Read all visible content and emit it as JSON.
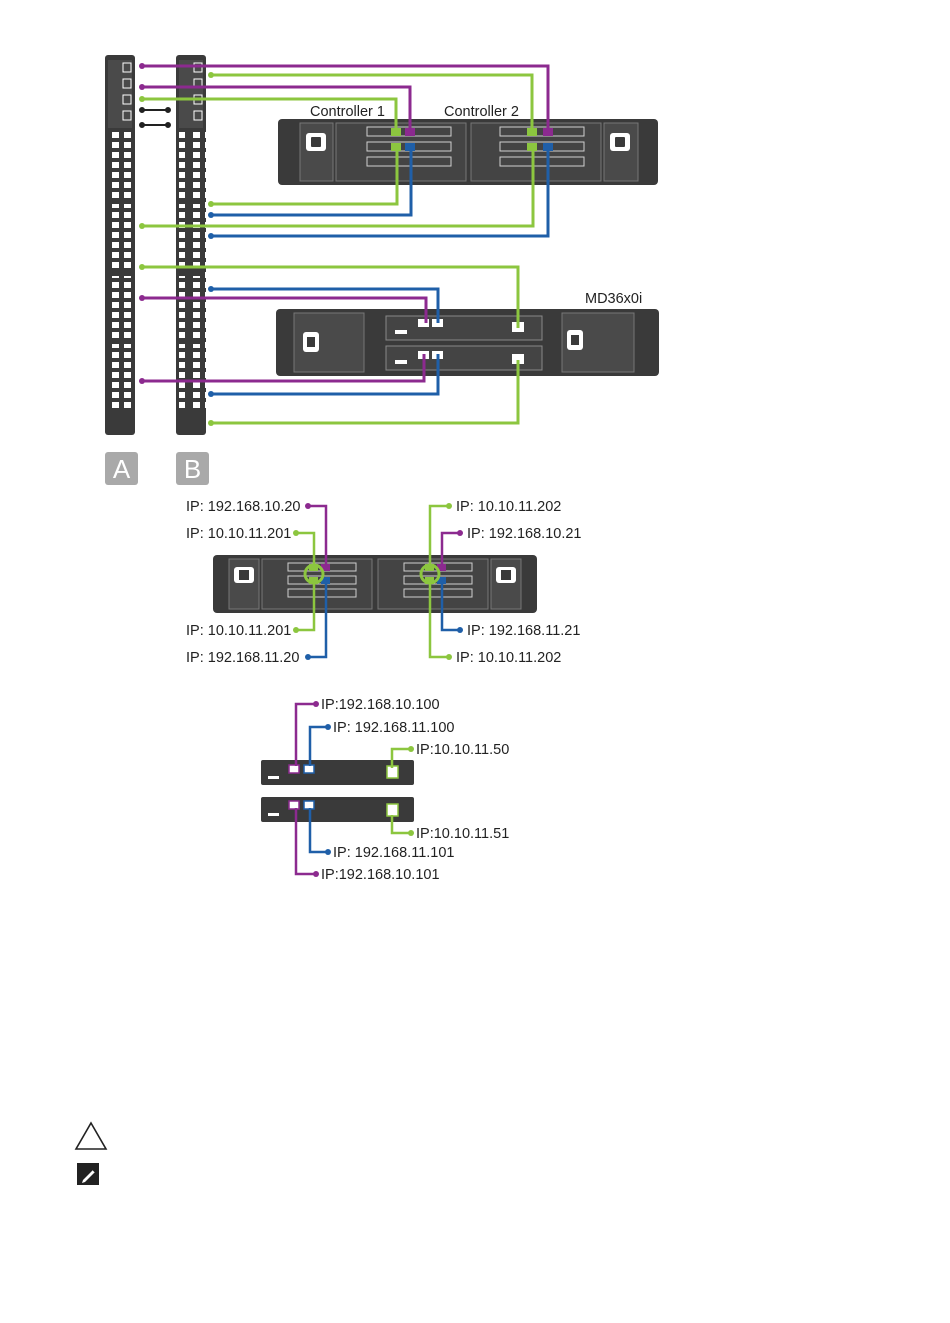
{
  "colors": {
    "purple": "#8c2a8f",
    "green": "#8cc63f",
    "blue": "#1f5fa8",
    "chassis": "#3a3a3a",
    "switch_label_bg": "#a9a9a9"
  },
  "switches": [
    {
      "letter": "A"
    },
    {
      "letter": "B"
    }
  ],
  "top_diagram": {
    "controller_1": "Controller 1",
    "controller_2": "Controller 2",
    "enclosure_model": "MD36x0i"
  },
  "middle_labels": {
    "c1_top_purple": "IP: 192.168.10.20",
    "c1_top_green": "IP: 10.10.11.201",
    "c1_bottom_green": "IP: 10.10.11.201",
    "c1_bottom_blue": "IP: 192.168.11.20",
    "c2_top_green": "IP: 10.10.11.202",
    "c2_top_purple": "IP: 192.168.10.21",
    "c2_bottom_blue": "IP: 192.168.11.21",
    "c2_bottom_green": "IP: 10.10.11.202"
  },
  "bottom_labels": {
    "m1_purple": "IP:192.168.10.100",
    "m1_blue": "IP: 192.168.11.100",
    "m1_green": "IP:10.10.11.50",
    "m2_green": "IP:10.10.11.51",
    "m2_blue": "IP: 192.168.11.101",
    "m2_purple": "IP:192.168.10.101"
  },
  "notices": [
    {
      "icon": "caution-triangle-icon"
    },
    {
      "icon": "note-pencil-icon"
    }
  ]
}
